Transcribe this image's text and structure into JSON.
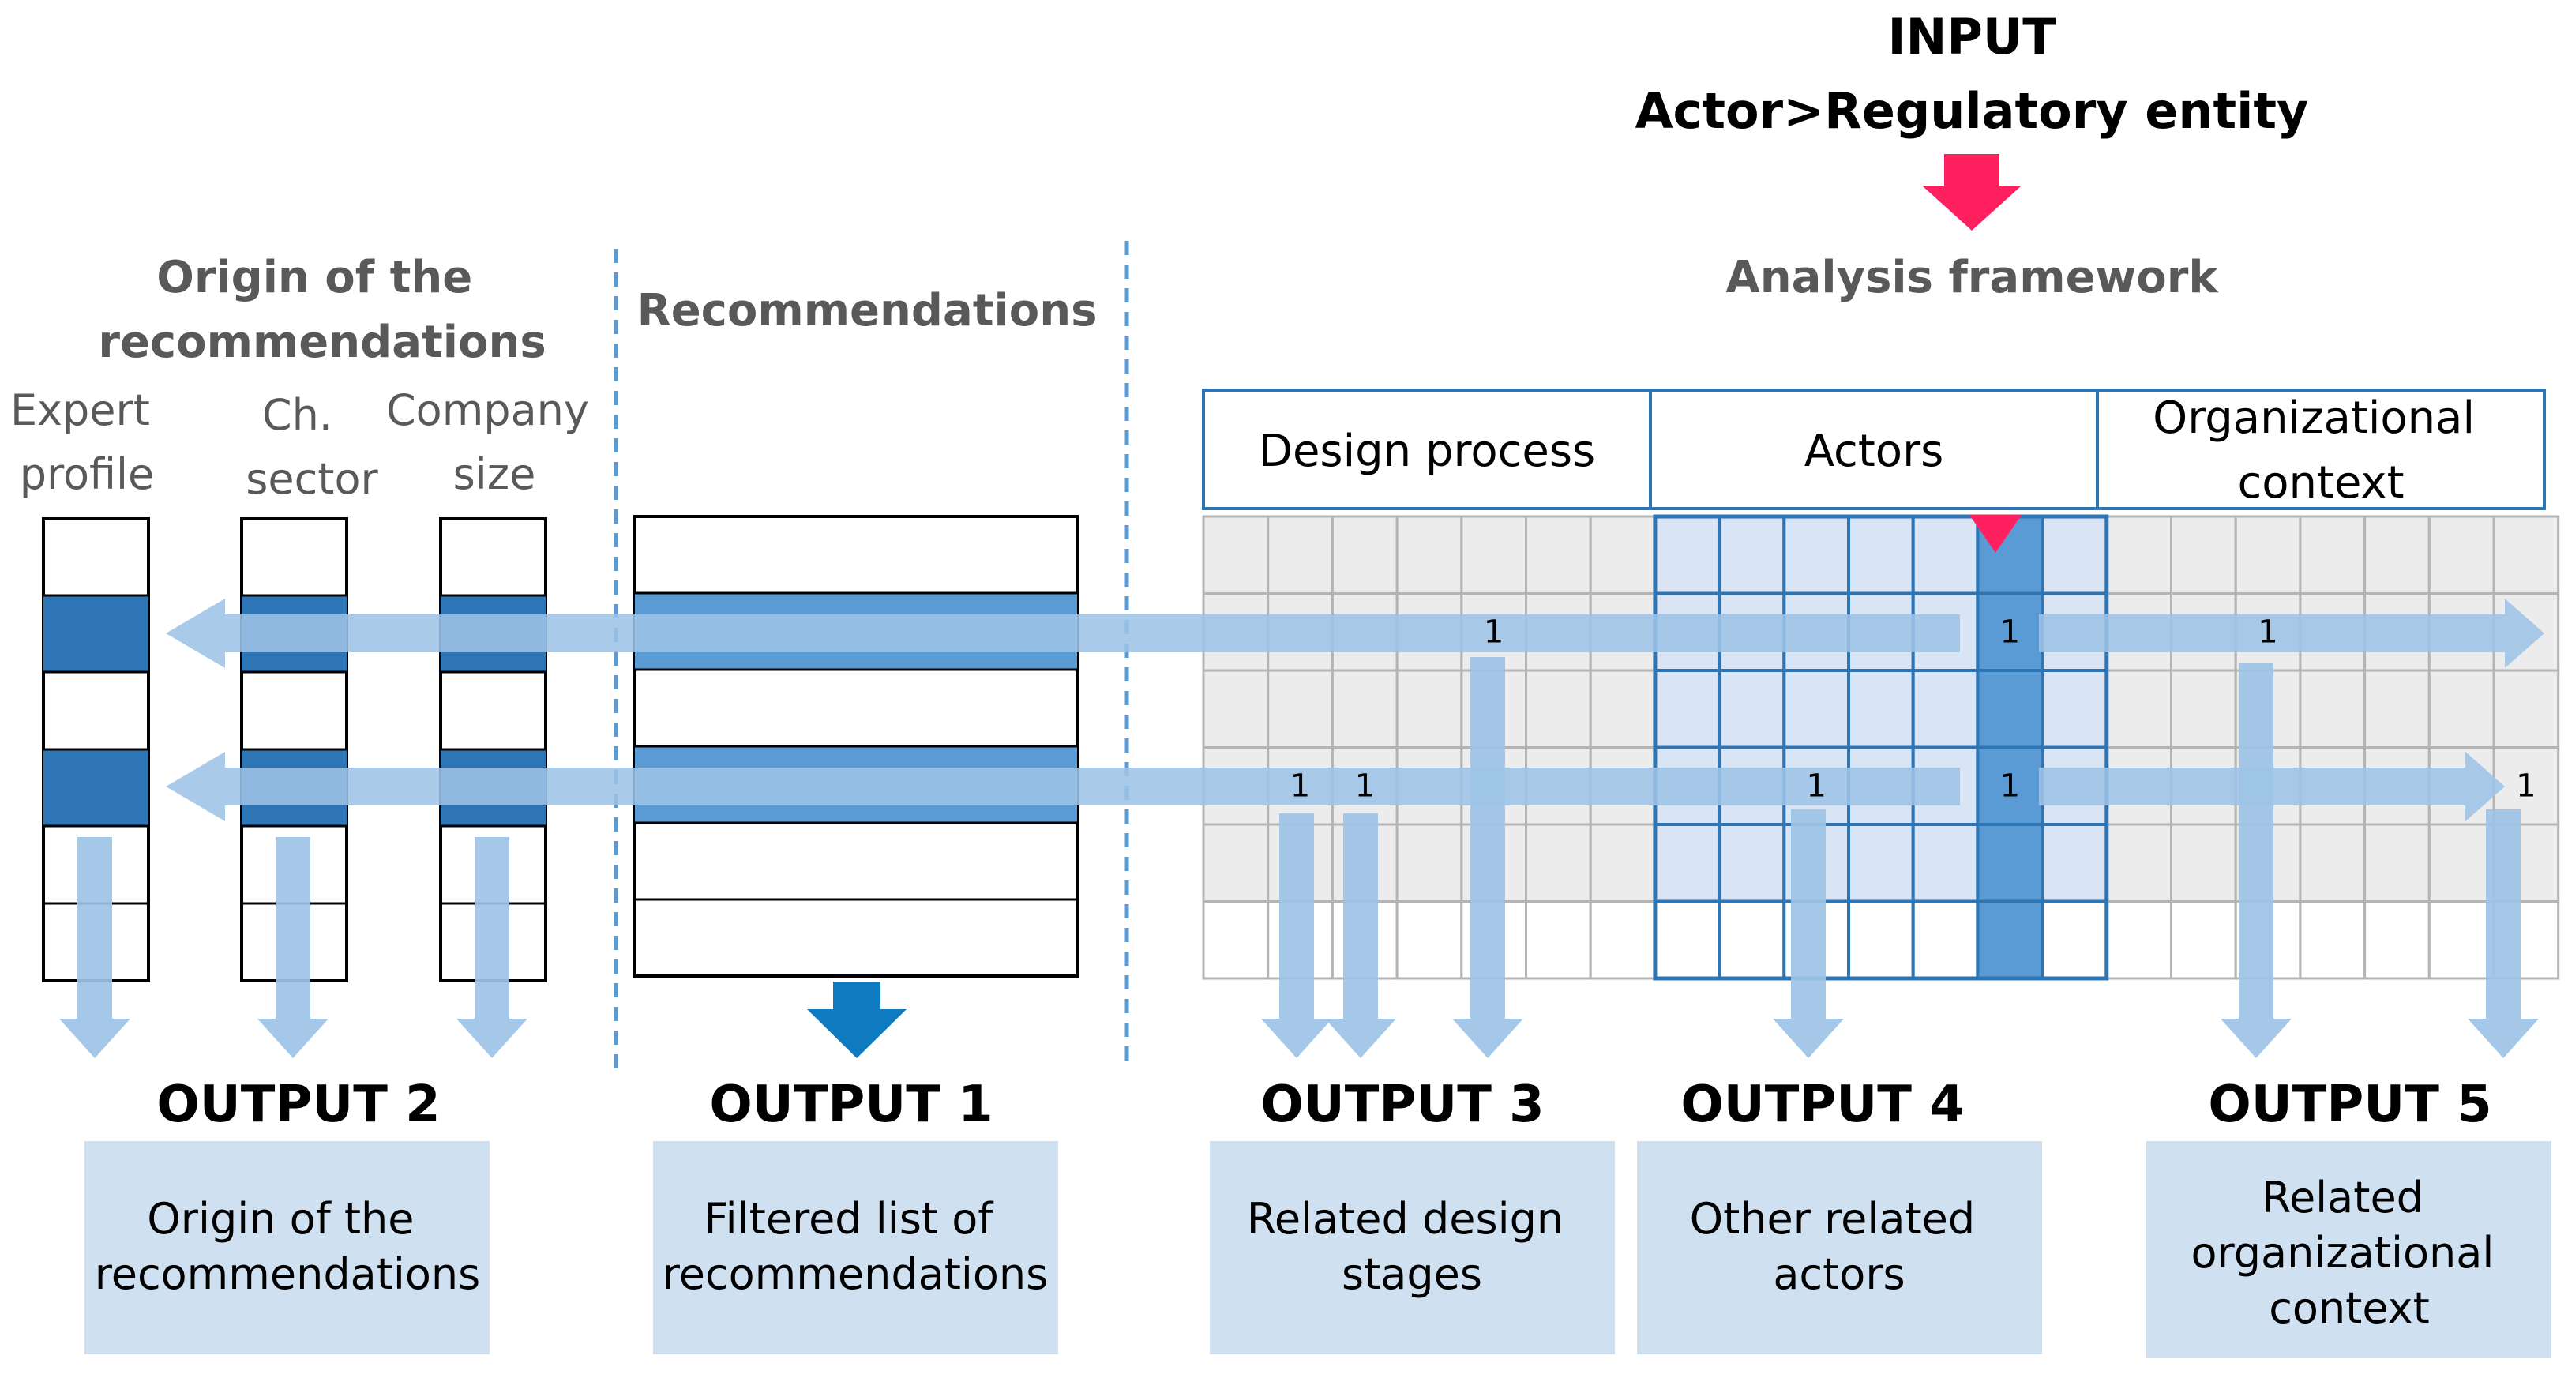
{
  "input": {
    "line1": "INPUT",
    "line2": "Actor>Regulatory entity"
  },
  "headers": {
    "origin": [
      "Origin of the",
      "recommendations"
    ],
    "recommendations": "Recommendations",
    "framework": "Analysis framework"
  },
  "origin_columns": [
    {
      "label": [
        "Expert",
        "profile"
      ]
    },
    {
      "label": [
        "Ch.",
        "sector"
      ]
    },
    {
      "label": [
        "Company",
        "size"
      ]
    }
  ],
  "framework_sections": [
    {
      "label": [
        "Design process"
      ]
    },
    {
      "label": [
        "Actors"
      ]
    },
    {
      "label": [
        "Organizational",
        "context"
      ]
    }
  ],
  "matrix_marks": [
    {
      "row": 1,
      "col": 4,
      "value": "1"
    },
    {
      "row": 1,
      "col": 12,
      "value": "1"
    },
    {
      "row": 1,
      "col": 16,
      "value": "1"
    },
    {
      "row": 3,
      "col": 1,
      "value": "1"
    },
    {
      "row": 3,
      "col": 2,
      "value": "1"
    },
    {
      "row": 3,
      "col": 9,
      "value": "1"
    },
    {
      "row": 3,
      "col": 12,
      "value": "1"
    },
    {
      "row": 3,
      "col": 20,
      "value": "1"
    }
  ],
  "outputs": [
    {
      "title": "OUTPUT 2",
      "text": [
        "Origin of the",
        "recommendations"
      ]
    },
    {
      "title": "OUTPUT 1",
      "text": [
        "Filtered list of",
        "recommendations"
      ]
    },
    {
      "title": "OUTPUT 3",
      "text": [
        "Related design",
        "stages"
      ]
    },
    {
      "title": "OUTPUT 4",
      "text": [
        "Other related",
        "actors"
      ]
    },
    {
      "title": "OUTPUT 5",
      "text": [
        "Related",
        "organizational",
        "context"
      ]
    }
  ],
  "colors": {
    "input_arrow": "#ff2060",
    "dark_blue": "#2e75b6",
    "mid_blue": "#5b9bd5",
    "light_arrow": "#9dc3e6",
    "panel_fill": "#cfe0f1",
    "actor_fill": "#d9e4f5",
    "grey_fill": "#ececec",
    "header_text": "#595959",
    "output1_arrow": "#0e7bc1"
  }
}
